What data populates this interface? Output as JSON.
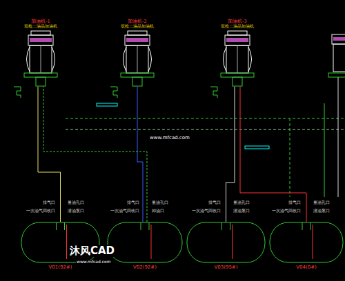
{
  "diagram": {
    "nodes": [
      {
        "text": [
          "加油机-1",
          "双枪二油品加油机"
        ]
      },
      {
        "text": [
          "加油机-2",
          "双枪二油品加油机"
        ]
      },
      {
        "text": [
          "加油机-3",
          "双枪二油品加油机"
        ]
      },
      {
        "text": [
          "V01(92#)"
        ]
      },
      {
        "text": [
          "V02(92#)"
        ]
      },
      {
        "text": [
          "V03(95#)"
        ]
      },
      {
        "text": [
          "V04(0#)"
        ]
      }
    ],
    "edges": [
      {
        "from": 3,
        "to": 0,
        "arrow": "none"
      },
      {
        "from": 4,
        "to": 1,
        "arrow": "none"
      },
      {
        "from": 4,
        "to": 0,
        "arrow": "none"
      },
      {
        "from": 5,
        "to": 2,
        "arrow": "none"
      },
      {
        "from": 6,
        "to": 2,
        "arrow": "none"
      }
    ],
    "labels": [
      "排气口",
      "量油孔口",
      "一次油气回收口",
      "潜油泵口",
      "排气口",
      "量油孔口",
      "一次油气回收口",
      "卸油口",
      "排气口",
      "量油孔口",
      "一次油气回收口",
      "潜油泵口",
      "排气口",
      "量油孔口",
      "一次油气回收口",
      "潜油泵口",
      "www.mfcad.com",
      "沐风CAD",
      "www.mfcad.com"
    ]
  }
}
